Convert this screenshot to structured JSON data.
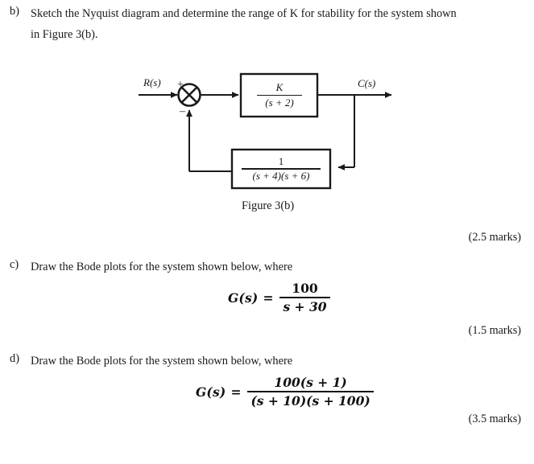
{
  "questions": [
    {
      "label": "b)",
      "lines": [
        "Sketch the Nyquist diagram and determine the range of K for stability for the system shown",
        "in Figure 3(b)."
      ],
      "marks": "(2.5 marks)"
    },
    {
      "label": "c)",
      "lines": [
        "Draw the Bode plots for the system shown below, where"
      ],
      "marks": "(1.5 marks)"
    },
    {
      "label": "d)",
      "lines": [
        "Draw the Bode plots for the system shown below, where"
      ],
      "marks": "(3.5 marks)"
    }
  ],
  "figure": {
    "caption": "Figure 3(b)",
    "input_label": "R(s)",
    "output_label": "C(s)",
    "plus_sign": "+",
    "minus_sign": "–",
    "forward_block": {
      "numerator": "K",
      "denominator": "(s + 2)"
    },
    "feedback_block": {
      "numerator": "1",
      "denominator": "(s + 4)(s + 6)"
    },
    "line_color": "#1a1a1a"
  },
  "equations": {
    "c": {
      "lhs": "G(s)",
      "equals": "=",
      "numerator": "100",
      "denominator": "s + 30"
    },
    "d": {
      "lhs": "G(s)",
      "equals": "=",
      "numerator": "100(s + 1)",
      "denominator": "(s + 10)(s + 100)"
    }
  }
}
